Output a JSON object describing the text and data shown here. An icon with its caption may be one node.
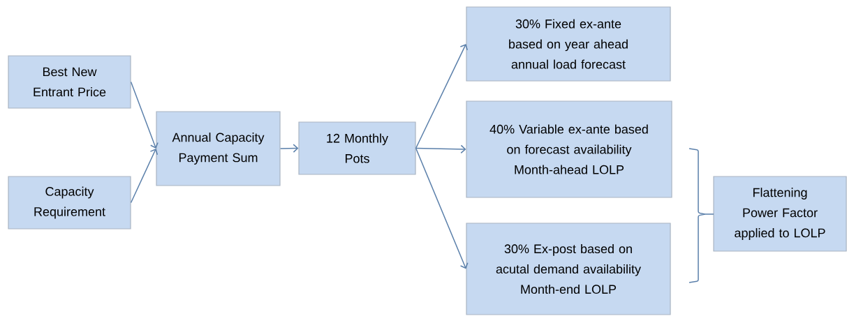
{
  "diagram": {
    "nodes": [
      {
        "text": [
          "Best New Entrant Price"
        ]
      },
      {
        "text": [
          "Capacity Requirement"
        ]
      },
      {
        "text": [
          "Annual Capacity Payment Sum"
        ]
      },
      {
        "text": [
          "12 Monthly Pots"
        ]
      },
      {
        "text": [
          "30% Fixed ex-ante based on year ahead annual load forecast"
        ]
      },
      {
        "text": [
          "40% Variable ex-ante based on forecast availability Month-ahead LOLP"
        ]
      },
      {
        "text": [
          "30% Ex-post based on acutal demand availability Month-end LOLP"
        ]
      },
      {
        "text": [
          "Flattening Power Factor applied to LOLP"
        ]
      }
    ],
    "edges": [
      {
        "from": 0,
        "to": 2,
        "arrow": "to"
      },
      {
        "from": 1,
        "to": 2,
        "arrow": "to"
      },
      {
        "from": 2,
        "to": 3,
        "arrow": "to"
      },
      {
        "from": 3,
        "to": 4,
        "arrow": "to"
      },
      {
        "from": 3,
        "to": 5,
        "arrow": "to"
      },
      {
        "from": 3,
        "to": 6,
        "arrow": "to"
      }
    ]
  }
}
